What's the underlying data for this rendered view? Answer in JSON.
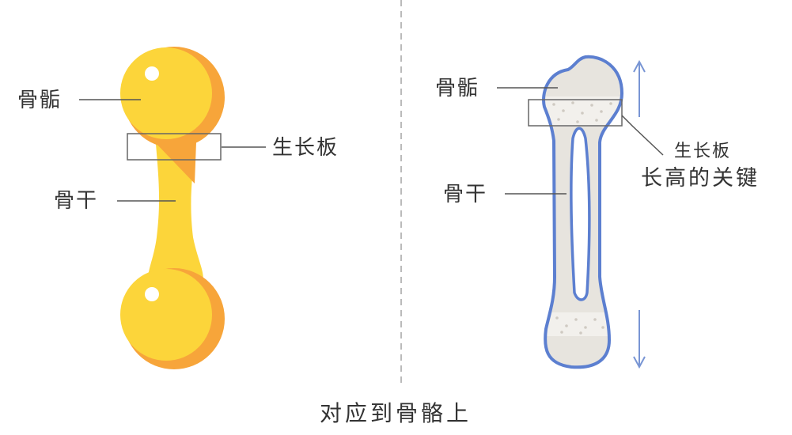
{
  "left_panel": {
    "labels": {
      "epiphysis": "骨骺",
      "growth_plate": "生长板",
      "diaphysis": "骨干"
    }
  },
  "right_panel": {
    "labels": {
      "epiphysis": "骨骺",
      "growth_plate": "生长板",
      "growth_plate_note": "长高的关键",
      "diaphysis": "骨干"
    }
  },
  "caption": "对应到骨骼上",
  "colors": {
    "toy_yellow": "#FCD53A",
    "toy_orange": "#F7A53A",
    "bone_fill": "#E7E4DE",
    "bone_outline": "#5C7FD0",
    "arrow": "#7895D4",
    "leader_line": "#555555",
    "divider": "#BBBBBB",
    "text": "#333333"
  }
}
